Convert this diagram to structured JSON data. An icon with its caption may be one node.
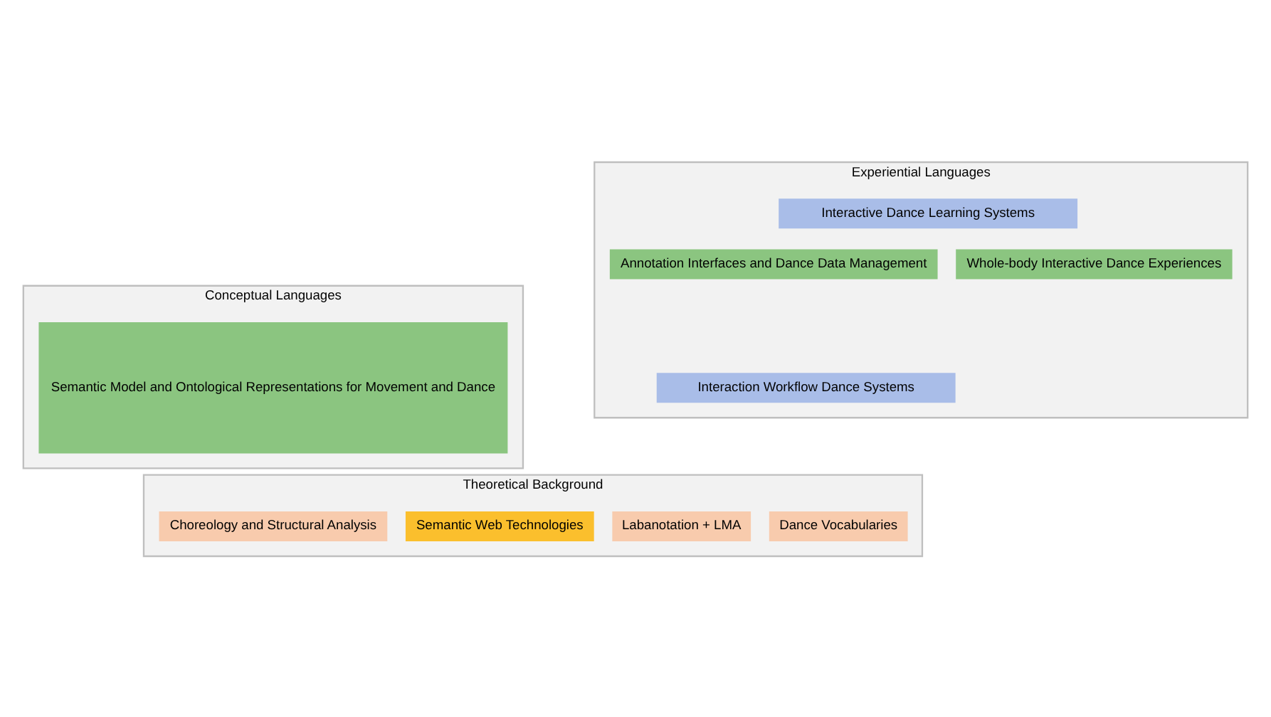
{
  "diagram": {
    "nodes": [
      {
        "text": [
          "Conceptual Languages"
        ]
      },
      {
        "text": [
          "Semantic Model and Ontological Representations for Movement and Dance"
        ],
        "in": 0
      },
      {
        "text": [
          "Experiential Languages"
        ]
      },
      {
        "text": [
          "Interactive Dance Learning Systems"
        ],
        "in": 2
      },
      {
        "text": [
          "Annotation Interfaces and Dance Data Management"
        ],
        "in": 2
      },
      {
        "text": [
          "Whole-body Interactive Dance Experiences"
        ],
        "in": 2
      },
      {
        "text": [
          "Interaction Workflow Dance Systems"
        ],
        "in": 2
      },
      {
        "text": [
          "Theoretical Background"
        ]
      },
      {
        "text": [
          "Choreology and Structural Analysis"
        ],
        "in": 7
      },
      {
        "text": [
          "Labanotation + LMA"
        ],
        "in": 7
      },
      {
        "text": [
          "Dance Vocabularies"
        ],
        "in": 7
      },
      {
        "text": [
          "Semantic Web Technologies"
        ],
        "in": 7
      }
    ],
    "edges": []
  }
}
